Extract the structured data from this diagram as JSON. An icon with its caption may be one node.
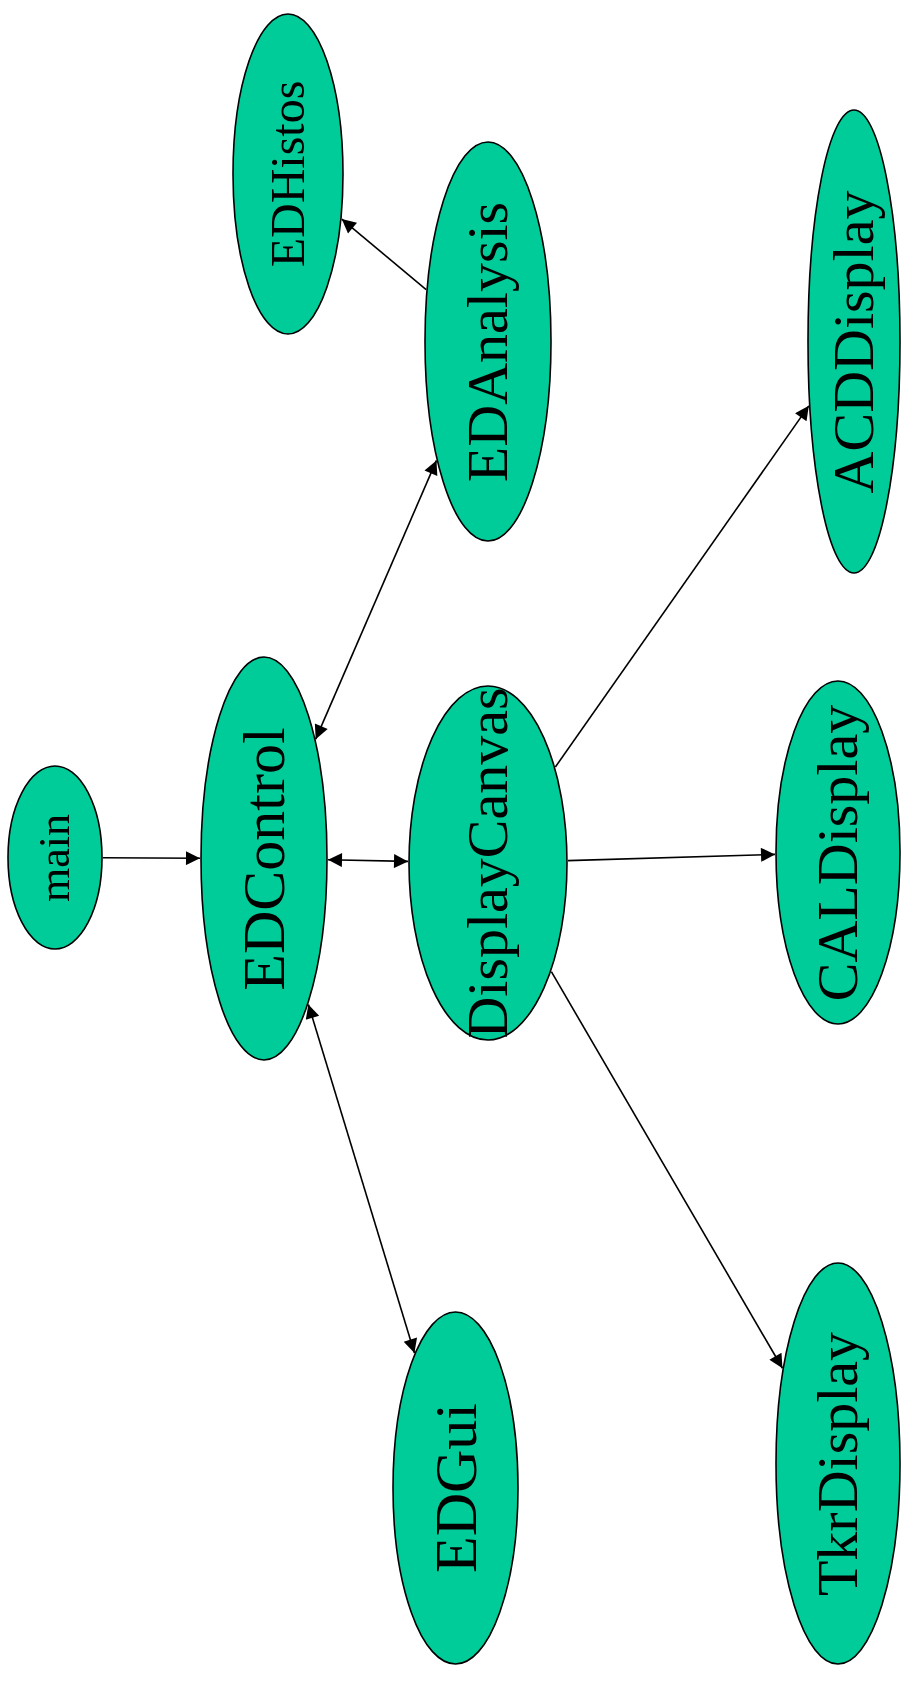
{
  "diagram": {
    "nodes": [
      {
        "text": [
          "main"
        ]
      },
      {
        "text": [
          "EDControl"
        ]
      },
      {
        "text": [
          "DisplayCanvas"
        ]
      },
      {
        "text": [
          "EDGui"
        ]
      },
      {
        "text": [
          "EDHistos"
        ]
      },
      {
        "text": [
          "EDAnalysis"
        ]
      },
      {
        "text": [
          "ACDDisplay"
        ]
      },
      {
        "text": [
          "CALDisplay"
        ]
      },
      {
        "text": [
          "TkrDisplay"
        ]
      }
    ],
    "edges": [
      {
        "from": 0,
        "to": 1,
        "arrow": "to"
      },
      {
        "from": 1,
        "to": 2,
        "arrow": "both"
      },
      {
        "from": 1,
        "to": 5,
        "arrow": "both"
      },
      {
        "from": 5,
        "to": 4,
        "arrow": "to"
      },
      {
        "from": 1,
        "to": 3,
        "arrow": "both"
      },
      {
        "from": 2,
        "to": 6,
        "arrow": "to"
      },
      {
        "from": 2,
        "to": 7,
        "arrow": "to"
      },
      {
        "from": 2,
        "to": 8,
        "arrow": "to"
      }
    ]
  }
}
